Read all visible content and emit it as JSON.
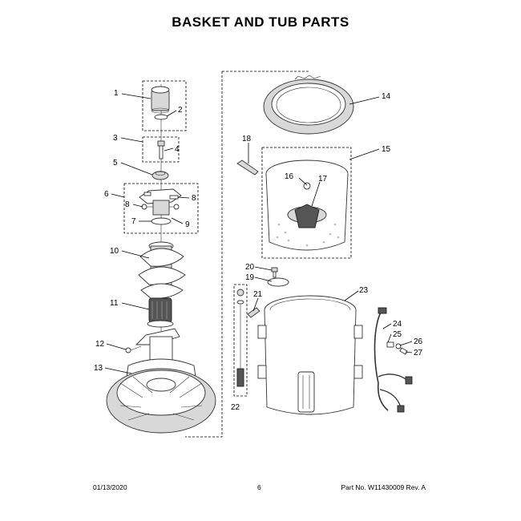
{
  "title": "BASKET AND TUB PARTS",
  "callouts": [
    "1",
    "2",
    "3",
    "4",
    "5",
    "6",
    "7",
    "8",
    "8",
    "9",
    "10",
    "11",
    "12",
    "13",
    "14",
    "15",
    "16",
    "17",
    "18",
    "19",
    "20",
    "21",
    "22",
    "23",
    "24",
    "25",
    "26",
    "27"
  ],
  "footer": {
    "date": "01/13/2020",
    "page": "6",
    "part_number": "Part No. W11430009  Rev. A"
  }
}
